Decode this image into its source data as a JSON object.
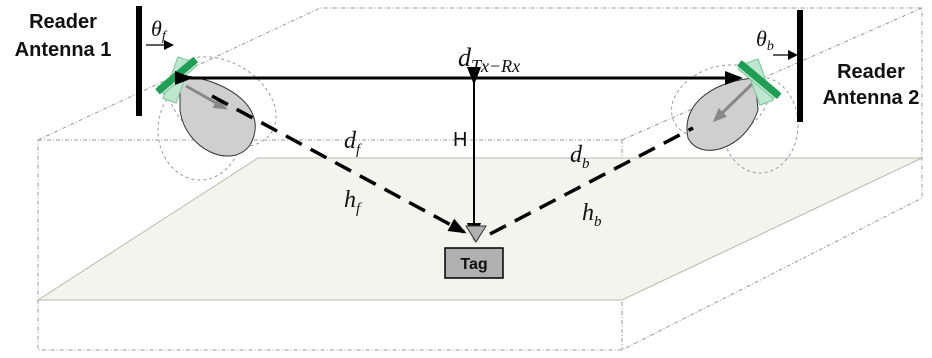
{
  "antenna1": {
    "line1": "Reader",
    "line2": "Antenna 1",
    "angle_label": "θ",
    "angle_sub": "f"
  },
  "antenna2": {
    "line1": "Reader",
    "line2": "Antenna 2",
    "angle_label": "θ",
    "angle_sub": "b"
  },
  "distance_tx_rx": {
    "main": "d",
    "sub": "Tx−Rx"
  },
  "height_label": "H",
  "forward_path": {
    "d": "d",
    "d_sub": "f",
    "h": "h",
    "h_sub": "f"
  },
  "backward_path": {
    "d": "d",
    "d_sub": "b",
    "h": "h",
    "h_sub": "b"
  },
  "tag_label": "Tag",
  "colors": {
    "antenna_green": "#1f9e55",
    "antenna_light": "#bfe7cf",
    "lobe_fill": "#cfcfcf",
    "tag_fill": "#b0b0b0",
    "edge_gray": "#9a9a9a"
  }
}
